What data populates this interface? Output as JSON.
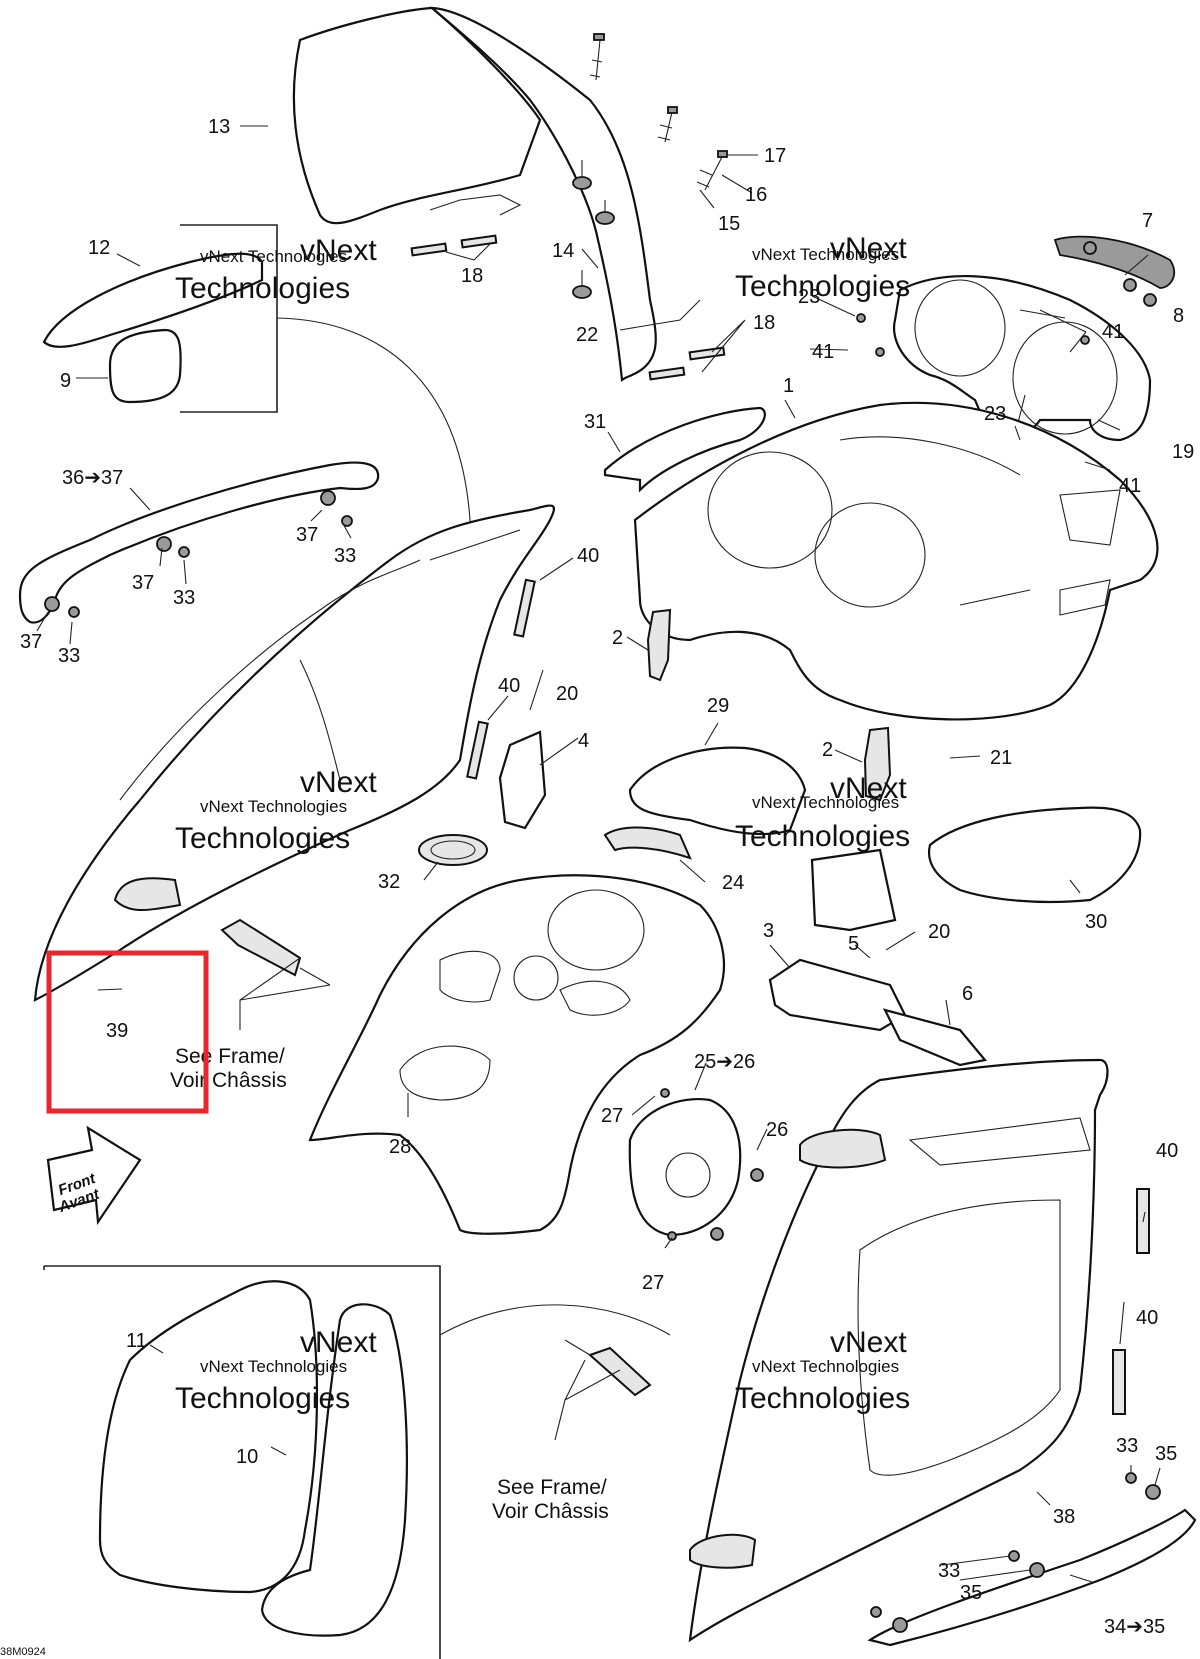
{
  "diagram_code": "38M0924",
  "watermark": {
    "line1": "vNext",
    "line2": "vNext Technologies",
    "line3": "Technologies"
  },
  "front_arrow": {
    "line1": "Front",
    "line2": "Avant"
  },
  "see_frame_notes": [
    {
      "line1": "See Frame/",
      "line2": "Voir Châssis"
    },
    {
      "line1": "See Frame/",
      "line2": "Voir Châssis"
    }
  ],
  "callouts": {
    "c13": "13",
    "c12": "12",
    "c9": "9",
    "c17": "17",
    "c16": "16",
    "c15": "15",
    "c14": "14",
    "c18a": "18",
    "c22": "22",
    "c18b": "18",
    "c7": "7",
    "c8": "8",
    "c23a": "23",
    "c41a": "41",
    "c41b": "41",
    "c1": "1",
    "c23b": "23",
    "c19": "19",
    "c41c": "41",
    "c31": "31",
    "c3637": "36➔37",
    "c37a": "37",
    "c33a": "33",
    "c37b": "37",
    "c33b": "33",
    "c37c": "37",
    "c33c": "33",
    "c40a": "40",
    "c2a": "2",
    "c40b": "40",
    "c20a": "20",
    "c4": "4",
    "c29": "29",
    "c2b": "2",
    "c21": "21",
    "c32": "32",
    "c24": "24",
    "c30": "30",
    "c3": "3",
    "c5": "5",
    "c20b": "20",
    "c6": "6",
    "c39": "39",
    "c2526": "25➔26",
    "c27a": "27",
    "c26": "26",
    "c28": "28",
    "c27b": "27",
    "c40c": "40",
    "c40d": "40",
    "c11": "11",
    "c10": "10",
    "c33d": "33",
    "c35a": "35",
    "c38": "38",
    "c33e": "33",
    "c35b": "35",
    "c3435": "34➔35"
  },
  "highlight": {
    "target": "39",
    "color": "#e8262b"
  }
}
